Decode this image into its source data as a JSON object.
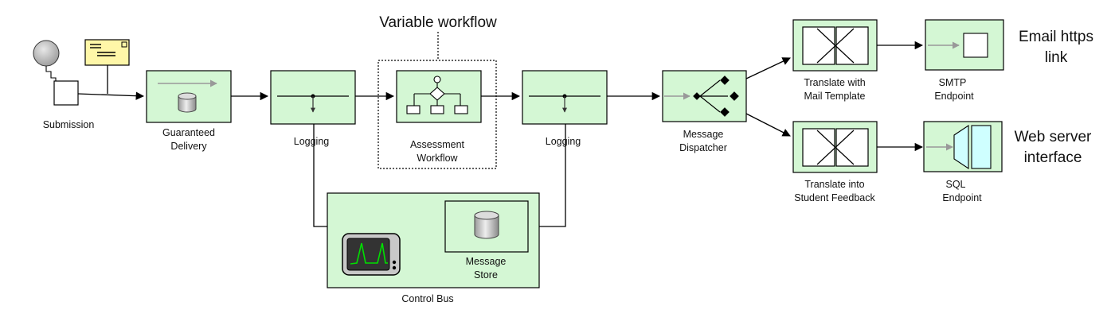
{
  "title": "Variable workflow",
  "labels": {
    "submission": "Submission",
    "guaranteed_delivery": [
      "Guaranteed",
      "Delivery"
    ],
    "logging_1": "Logging",
    "assessment_workflow": [
      "Assessment",
      "Workflow"
    ],
    "logging_2": "Logging",
    "message_dispatcher": [
      "Message",
      "Dispatcher"
    ],
    "translate_mail": [
      "Translate with",
      "Mail Template"
    ],
    "translate_feedback": [
      "Translate into",
      "Student Feedback"
    ],
    "smtp_endpoint": [
      "SMTP",
      "Endpoint"
    ],
    "sql_endpoint": [
      "SQL",
      "Endpoint"
    ],
    "email_link": [
      "Email https",
      "link"
    ],
    "web_server": [
      "Web server",
      "interface"
    ],
    "message_store": [
      "Message",
      "Store"
    ],
    "control_bus": "Control Bus"
  },
  "colors": {
    "box_fill": "#d4f7d4",
    "envelope_fill": "#fff7a8",
    "monitor_trace": "#00e000",
    "screen_fill": "#cfffff"
  }
}
